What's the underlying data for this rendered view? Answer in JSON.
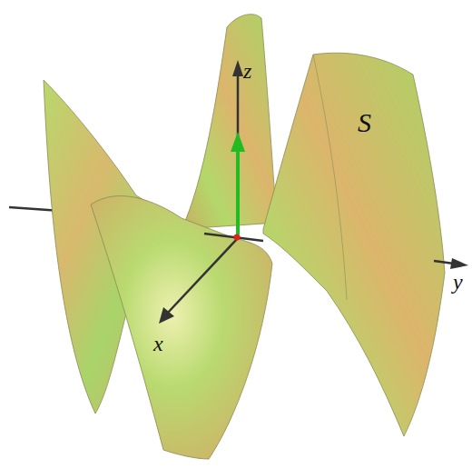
{
  "diagram": {
    "labels": [
      "z",
      "y",
      "x",
      "S"
    ]
  }
}
